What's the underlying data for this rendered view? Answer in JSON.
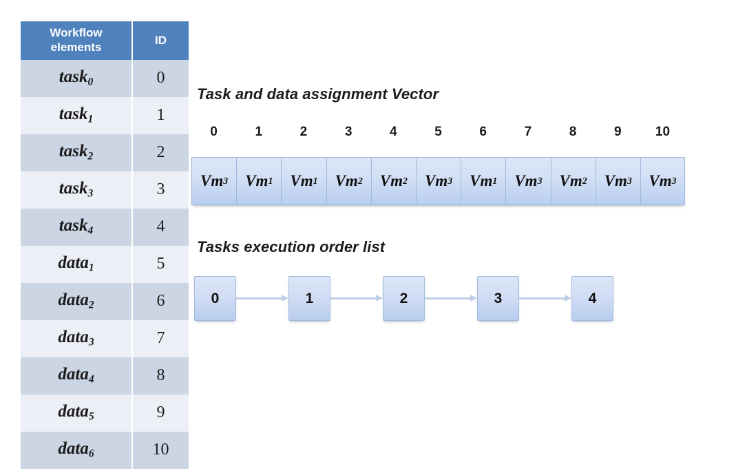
{
  "table": {
    "headers": [
      "Workflow elements",
      "ID"
    ],
    "header_elements_line1": "Workflow",
    "header_elements_line2": "elements",
    "header_id": "ID",
    "rows": [
      {
        "base": "task",
        "sub": "0",
        "id": "0"
      },
      {
        "base": "task",
        "sub": "1",
        "id": "1"
      },
      {
        "base": "task",
        "sub": "2",
        "id": "2"
      },
      {
        "base": "task",
        "sub": "3",
        "id": "3"
      },
      {
        "base": "task",
        "sub": "4",
        "id": "4"
      },
      {
        "base": "data",
        "sub": "1",
        "id": "5"
      },
      {
        "base": "data",
        "sub": "2",
        "id": "6"
      },
      {
        "base": "data",
        "sub": "3",
        "id": "7"
      },
      {
        "base": "data",
        "sub": "4",
        "id": "8"
      },
      {
        "base": "data",
        "sub": "5",
        "id": "9"
      },
      {
        "base": "data",
        "sub": "6",
        "id": "10"
      }
    ]
  },
  "vector_section": {
    "heading": "Task and data assignment Vector",
    "indices": [
      "0",
      "1",
      "2",
      "3",
      "4",
      "5",
      "6",
      "7",
      "8",
      "9",
      "10"
    ],
    "cells": [
      {
        "base": "Vm",
        "sub": "3"
      },
      {
        "base": "Vm",
        "sub": "1"
      },
      {
        "base": "Vm",
        "sub": "1"
      },
      {
        "base": "Vm",
        "sub": "2"
      },
      {
        "base": "Vm",
        "sub": "2"
      },
      {
        "base": "Vm",
        "sub": "3"
      },
      {
        "base": "Vm",
        "sub": "1"
      },
      {
        "base": "Vm",
        "sub": "3"
      },
      {
        "base": "Vm",
        "sub": "2"
      },
      {
        "base": "Vm",
        "sub": "3"
      },
      {
        "base": "Vm",
        "sub": "3"
      }
    ]
  },
  "order_section": {
    "heading": "Tasks execution order list",
    "nodes": [
      "0",
      "1",
      "2",
      "3",
      "4"
    ]
  },
  "colors": {
    "header_blue": "#4f81bd",
    "row_dark": "#ccd5e4",
    "row_light": "#eceff5",
    "cell_border": "#9fb8dd",
    "arrow": "#bdcfe8",
    "text": "#1a1a1a"
  }
}
